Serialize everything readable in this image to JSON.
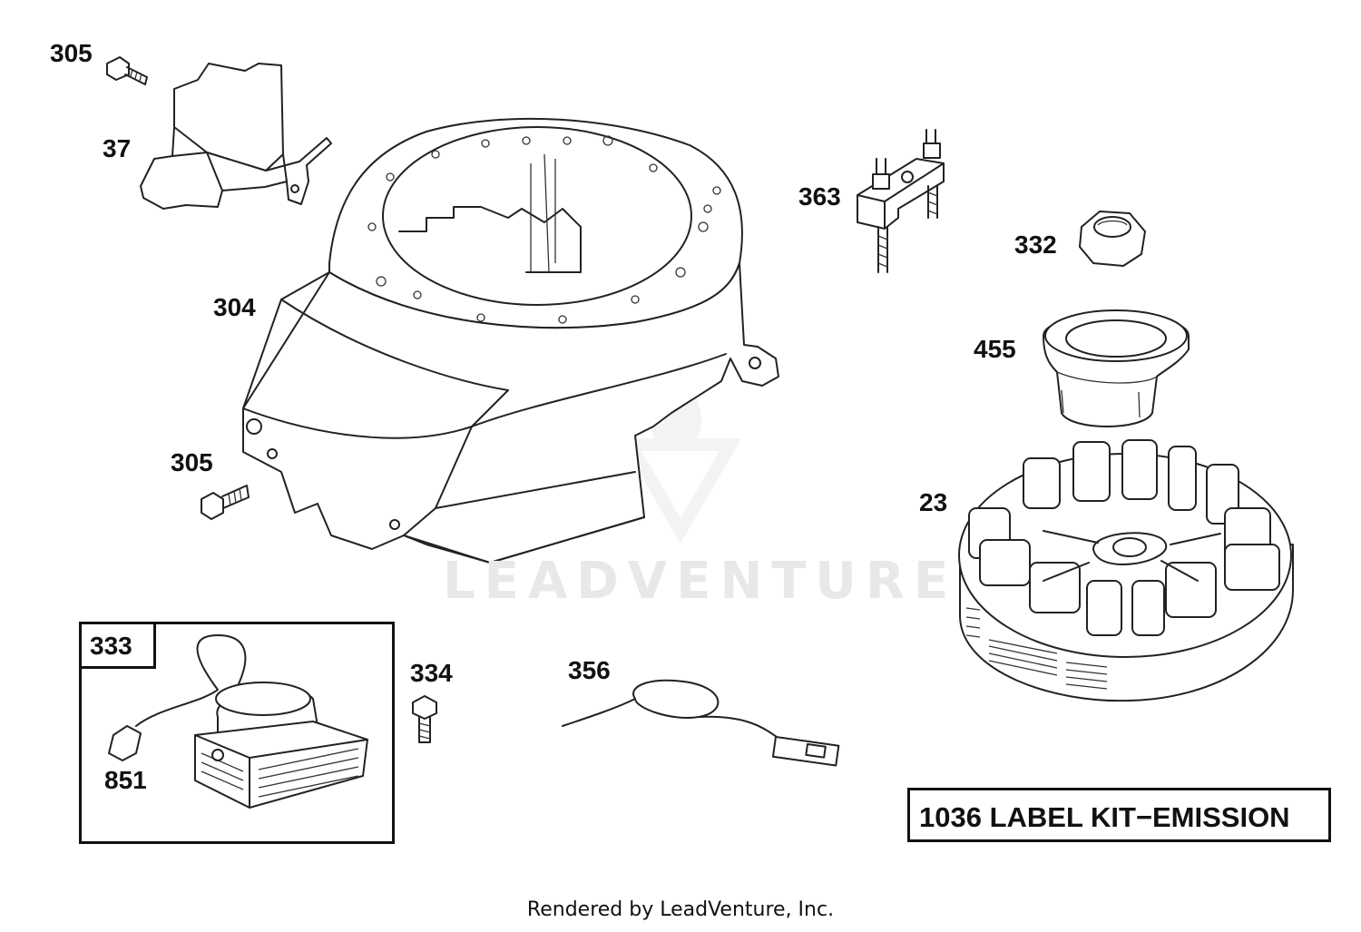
{
  "watermark_text": "LEADVENTURE",
  "footer_text": "Rendered by LeadVenture, Inc.",
  "label_kit_text": "1036 LABEL KIT−EMISSION",
  "coil_box_label": "333",
  "part_labels": {
    "screw_top": "305",
    "air_guide": "37",
    "blower_housing": "304",
    "screw_mid": "305",
    "coil": "851",
    "screw_334": "334",
    "ground_wire": "356",
    "brake_bracket": "363",
    "nut": "332",
    "cup": "455",
    "flywheel": "23"
  }
}
